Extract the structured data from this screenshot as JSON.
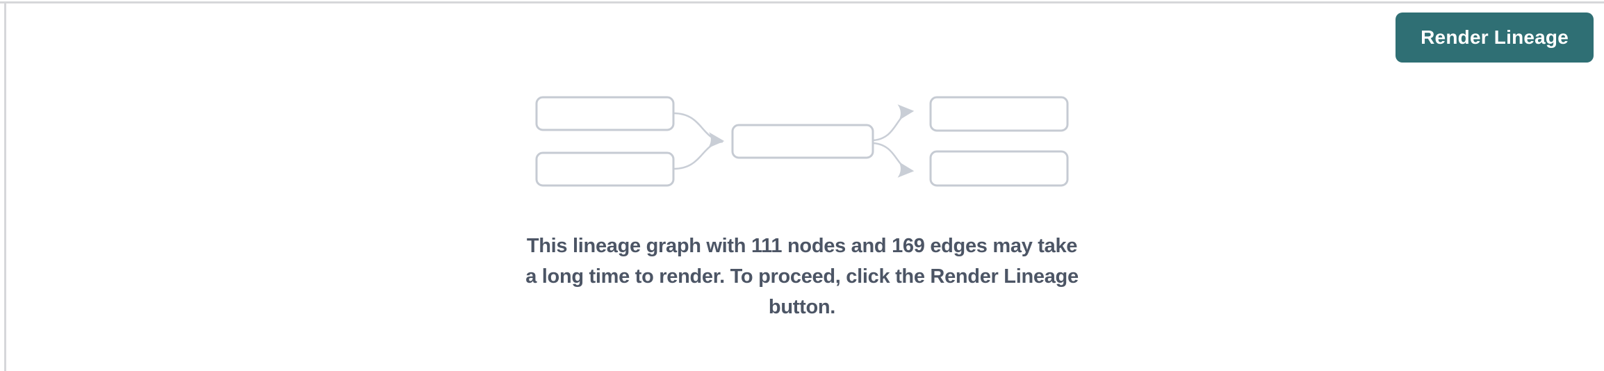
{
  "theme": {
    "accent_teal": "#2f6f74",
    "button_text": "#ffffff",
    "node_border": "#c6cbd3",
    "edge_gray": "#c9ced6",
    "message_text": "#4c5565",
    "panel_border": "#d6d7da"
  },
  "toolbar": {
    "render_button_label": "Render Lineage"
  },
  "placeholder": {
    "node_count": "111",
    "edge_count": "169",
    "message_lines": [
      "This lineage graph with 111 nodes and 169 edges may take",
      "a long time to render. To proceed, click the Render Lineage",
      "button."
    ]
  }
}
